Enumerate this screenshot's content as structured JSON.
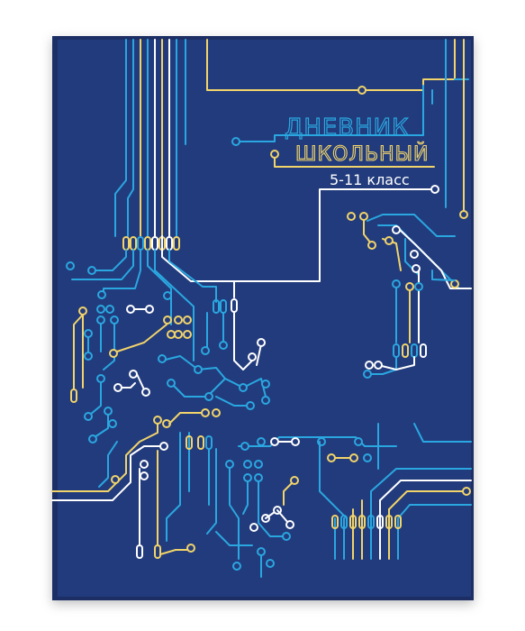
{
  "cover": {
    "title_line1": "ДНЕВНИК",
    "title_line2": "ШКОЛЬНЫЙ",
    "grade_label": "5-11 класс",
    "colors": {
      "background": "#233b7c",
      "edge": "#1a2d63",
      "trace_yellow": "#f1d46a",
      "trace_blue": "#2aa7e0",
      "trace_white": "#ffffff"
    },
    "illustration": "circuit-board-pattern"
  }
}
